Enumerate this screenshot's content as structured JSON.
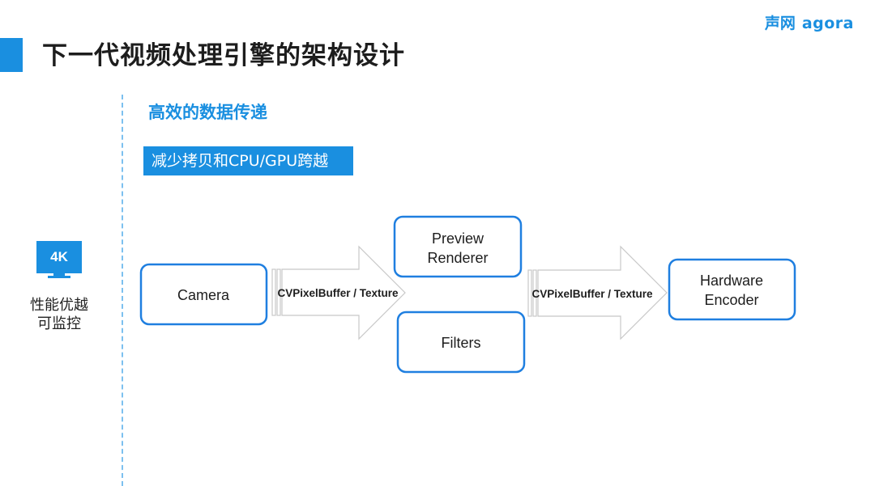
{
  "header": {
    "title": "下一代视频处理引擎的架构设计",
    "logo_cn": "声网",
    "logo_en": "agora"
  },
  "feature": {
    "icon_text": "4K",
    "label_line1": "性能优越",
    "label_line2": "可监控"
  },
  "section": {
    "title": "高效的数据传递",
    "tag": "减少拷贝和CPU/GPU跨越"
  },
  "diagram": {
    "nodes": {
      "camera": [
        "Camera"
      ],
      "preview": [
        "Preview",
        "Renderer"
      ],
      "filters": [
        "Filters"
      ],
      "encoder": [
        "Hardware",
        "Encoder"
      ]
    },
    "arrows": {
      "left": "CVPixelBuffer / Texture",
      "right": "CVPixelBuffer / Texture"
    }
  },
  "colors": {
    "accent": "#1a8fe0",
    "box_border": "#1f7fe0",
    "arrow_stroke": "#c8c8c8"
  }
}
